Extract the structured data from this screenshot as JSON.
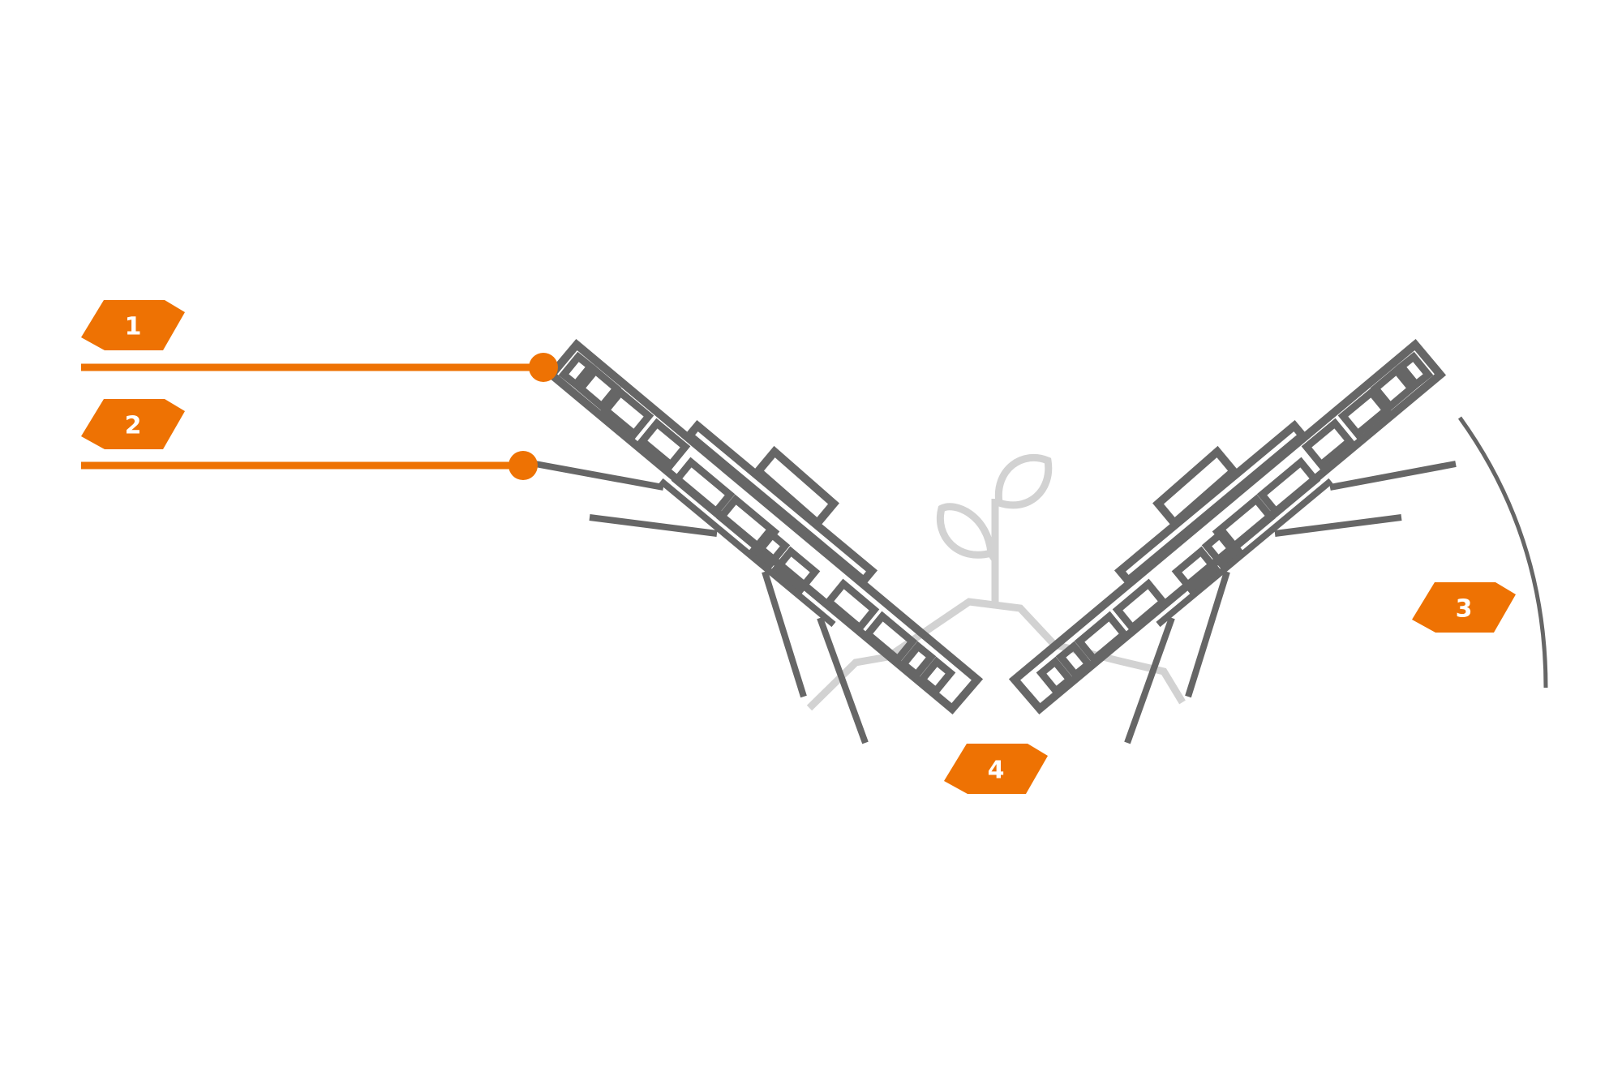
{
  "colors": {
    "accent": "#ee7203",
    "structure": "#666666",
    "plant": "#d2d2d2",
    "background": "#ffffff"
  },
  "badges": [
    {
      "id": "1",
      "label": "1"
    },
    {
      "id": "2",
      "label": "2"
    },
    {
      "id": "3",
      "label": "3"
    },
    {
      "id": "4",
      "label": "4"
    }
  ]
}
